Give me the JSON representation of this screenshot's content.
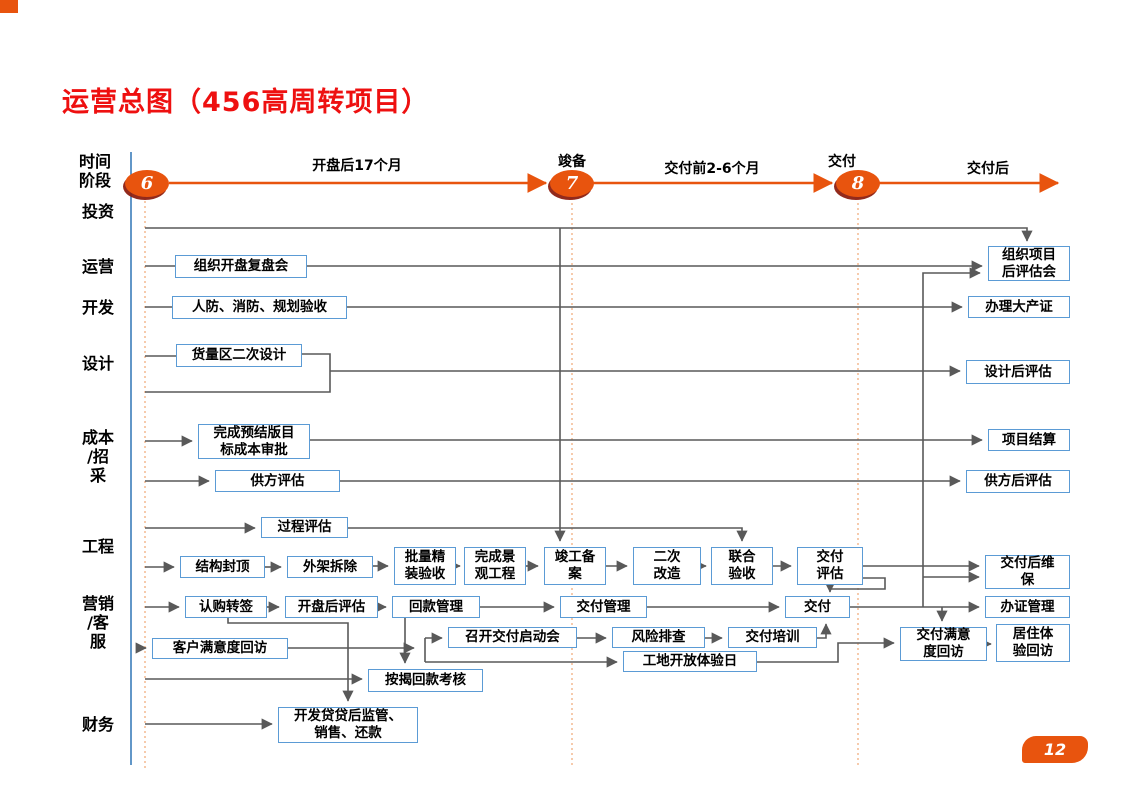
{
  "slide": {
    "title": "运营总图（456高周转项目）",
    "page_number": "12"
  },
  "timeline": {
    "axis_label": "时间\n阶段",
    "milestone6": "6",
    "milestone7": "7",
    "milestone8": "8",
    "phase_after_opening": "开盘后17个月",
    "milestone7_label": "竣备",
    "phase_before_delivery": "交付前2-6个月",
    "milestone8_label": "交付",
    "phase_after_delivery": "交付后",
    "accent_orange": "#E8540E",
    "axis_blue": "#2E75B6",
    "connector_gray": "#595959",
    "box_border_blue": "#5B9BD5",
    "title_red": "#EE1010"
  },
  "lanes": {
    "investment": "投资",
    "operations": "运营",
    "development": "开发",
    "design": "设计",
    "cost": "成本\n/招\n采",
    "engineering": "工程",
    "marketing": "营销\n/客\n服",
    "finance": "财务"
  },
  "nodes": {
    "kaipan_fupan": "组织开盘复盘会",
    "renfang_yanshou": "人防、消防、规划验收",
    "huoliang_design": "货量区二次设计",
    "yujie_chengben": "完成预结版目\n标成本审批",
    "gongfang_pinggu": "供方评估",
    "guocheng_pinggu": "过程评估",
    "jiegou_fengding": "结构封顶",
    "waijia_chaichu": "外架拆除",
    "piliang_jingzhuang": "批量精\n装验收",
    "jingguan_gongcheng": "完成景\n观工程",
    "jungong_beian": "竣工备\n案",
    "erci_gaizao": "二次\n改造",
    "lianhe_yanshou": "联合\n验收",
    "jiaofu_pinggu": "交付\n评估",
    "rengou_zhuanqian": "认购转签",
    "kaipan_pinggu": "开盘后评估",
    "huikuan_guanli": "回款管理",
    "jiaofu_guanli": "交付管理",
    "jiaofu": "交付",
    "kehu_manyidu": "客户满意度回访",
    "jiaofu_qidonghui": "召开交付启动会",
    "fengxian_paicha": "风险排查",
    "jiaofu_peixun": "交付培训",
    "gongdi_kaifang": "工地开放体验日",
    "anjie_kaohe": "按揭回款考核",
    "kaifadai_jianguan": "开发贷贷后监管、\n销售、还款",
    "xiangmu_hou_pingguhui": "组织项目\n后评估会",
    "dachanzheng": "办理大产证",
    "sheji_hou_pinggu": "设计后评估",
    "xiangmu_jiesuan": "项目结算",
    "gongfang_hou_pinggu": "供方后评估",
    "jiaofu_weibao": "交付后维\n保",
    "banzheng_guanli": "办证管理",
    "jiaofu_manyidu": "交付满意\n度回访",
    "juzhu_tiyan": "居住体\n验回访"
  }
}
